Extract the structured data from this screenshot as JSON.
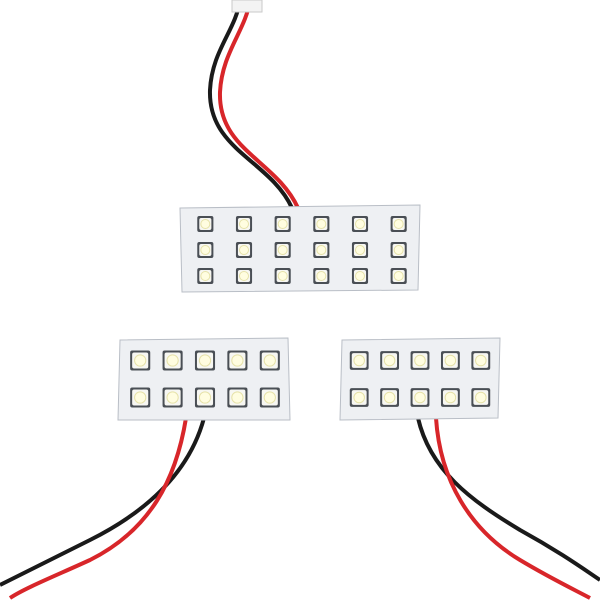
{
  "background": "#ffffff",
  "colors": {
    "board": "#eef0f3",
    "board_edge": "#b9bec6",
    "led_body": "#f7f7f2",
    "led_frame": "#4a4f55",
    "led_glow": "#fffde0",
    "wire_red": "#d8262a",
    "wire_black": "#1a1a1a"
  },
  "panels": [
    {
      "id": "top",
      "rows": 3,
      "cols": 6
    },
    {
      "id": "bottom-left",
      "rows": 2,
      "cols": 5
    },
    {
      "id": "bottom-right",
      "rows": 2,
      "cols": 5
    }
  ]
}
